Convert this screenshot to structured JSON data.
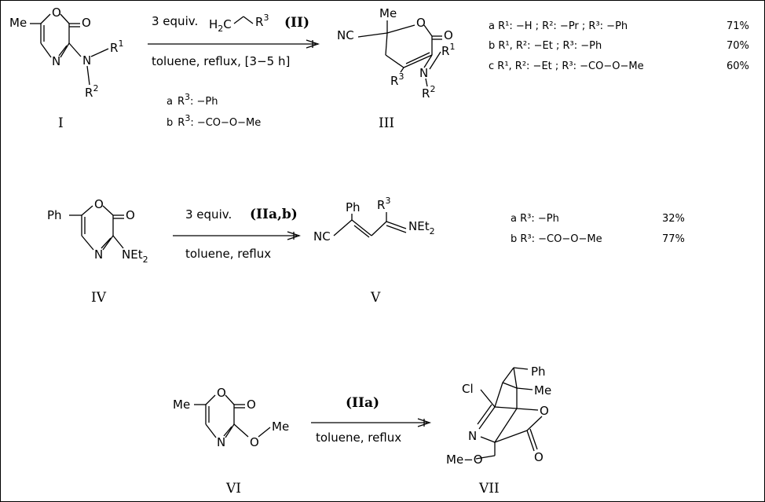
{
  "scheme1": {
    "compound_I": {
      "label": "I",
      "atoms": {
        "Me": "Me",
        "O_ring": "O",
        "O_carbonyl": "O",
        "N_ring": "N",
        "N_amine": "N",
        "R1": "R",
        "R1_sup": "1",
        "R2": "R",
        "R2_sup": "2"
      }
    },
    "arrow": {
      "top_text_a": "3 equiv.",
      "reagent_H": "H",
      "reagent_2": "2",
      "reagent_C": "C",
      "reagent_R": "R",
      "reagent_R_sup": "3",
      "reagent_label": "(II)",
      "bottom_text": "toluene, reflux, [3−5 h]"
    },
    "reagent_variants": {
      "a": {
        "key": "a",
        "r": "R",
        "sup": "3",
        "val": ": −Ph"
      },
      "b": {
        "key": "b",
        "r": "R",
        "sup": "3",
        "val": ": −CO−O−Me"
      }
    },
    "compound_III": {
      "label": "III",
      "atoms": {
        "Me": "Me",
        "NC": "NC",
        "O_ring": "O",
        "O_carbonyl": "O",
        "N_amine": "N",
        "R1": "R",
        "R1_sup": "1",
        "R2": "R",
        "R2_sup": "2",
        "R3": "R",
        "R3_sup": "3"
      }
    },
    "results": [
      {
        "key": "a",
        "text": "a R¹: −H ; R²: −Pr ; R³: −Ph",
        "yield": "71%"
      },
      {
        "key": "b",
        "text": "b R¹, R²: −Et ; R³: −Ph",
        "yield": "70%"
      },
      {
        "key": "c",
        "text": "c R¹, R²: −Et ; R³: −CO−O−Me",
        "yield": "60%"
      }
    ]
  },
  "scheme2": {
    "compound_IV": {
      "label": "IV",
      "atoms": {
        "Ph": "Ph",
        "O_ring": "O",
        "O_carbonyl": "O",
        "N_ring": "N",
        "NEt": "NEt",
        "NEt_sub": "2"
      }
    },
    "arrow": {
      "top_text": "3 equiv.",
      "reagent_label": "(IIa,b)",
      "bottom_text": "toluene, reflux"
    },
    "compound_V": {
      "label": "V",
      "atoms": {
        "Ph": "Ph",
        "NC": "NC",
        "R3": "R",
        "R3_sup": "3",
        "NEt": "NEt",
        "NEt_sub": "2"
      }
    },
    "results": [
      {
        "key": "a",
        "text": "a R³: −Ph",
        "yield": "32%"
      },
      {
        "key": "b",
        "text": "b R³: −CO−O−Me",
        "yield": "77%"
      }
    ]
  },
  "scheme3": {
    "compound_VI": {
      "label": "VI",
      "atoms": {
        "Me": "Me",
        "O_ring": "O",
        "O_carbonyl": "O",
        "N_ring": "N",
        "O_methoxy": "O",
        "Me2": "Me"
      }
    },
    "arrow": {
      "top_text": "(IIa)",
      "bottom_text": "toluene, reflux"
    },
    "compound_VII": {
      "label": "VII",
      "atoms": {
        "Cl": "Cl",
        "Ph": "Ph",
        "Me": "Me",
        "O_ring": "O",
        "O_carbonyl": "O",
        "N": "N",
        "MeO": "Me−O"
      }
    }
  }
}
